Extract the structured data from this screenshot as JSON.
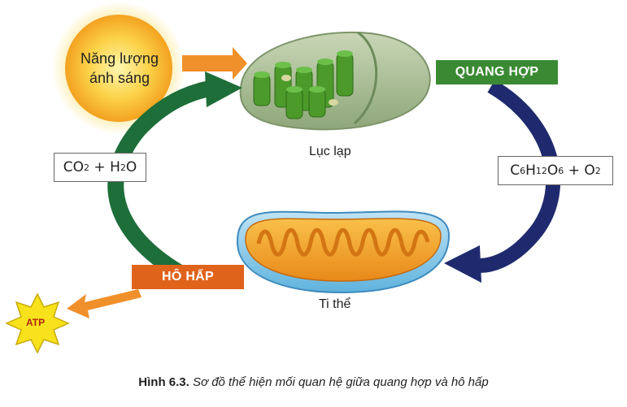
{
  "sun": {
    "text_line1": "Năng lượng",
    "text_line2": "ánh sáng"
  },
  "chloroplast": {
    "label": "Lục lạp"
  },
  "mitochondrion": {
    "label": "Ti thể"
  },
  "photosynthesis": {
    "label": "QUANG HỢP",
    "color": "#3a8a33"
  },
  "respiration": {
    "label": "HÔ HẤP",
    "color": "#e0631c"
  },
  "reactants": {
    "co2": "CO",
    "co2_sub": "2",
    "plus": " + ",
    "h2o": "H",
    "h2o_sub": "2",
    "h2o_end": "O"
  },
  "products": {
    "c": "C",
    "c_sub": "6",
    "h": "H",
    "h_sub": "12",
    "o": "O",
    "o_sub": "6",
    "plus": " + ",
    "o2": "O",
    "o2_sub": "2"
  },
  "atp": {
    "label": "ATP"
  },
  "caption": {
    "number": "Hình 6.3.",
    "text": "Sơ đồ thể hiện mối quan hệ giữa quang hợp và hô hấp"
  },
  "colors": {
    "green_arrow": "#1e6e3a",
    "navy_arrow": "#1f2a6e",
    "orange_arrow": "#f0902a",
    "sun": "#f7b52a"
  }
}
